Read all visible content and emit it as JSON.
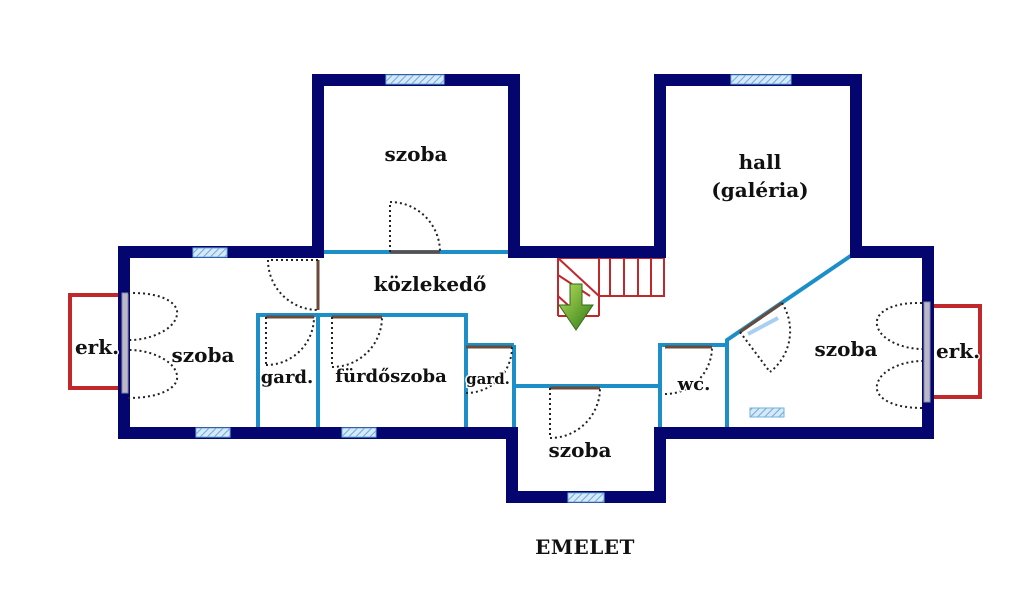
{
  "title": "EMELET",
  "rooms": {
    "room_top_left": "szoba",
    "hall_line1": "hall",
    "hall_line2": "(galéria)",
    "corridor": "közlekedő",
    "room_left": "szoba",
    "balcony_left": "erk.",
    "wardrobe_left": "gard.",
    "bathroom": "fürdőszoba",
    "wardrobe_small": "gard.",
    "room_bottom": "szoba",
    "wc": "wc.",
    "room_right": "szoba",
    "balcony_right": "erk."
  },
  "colors": {
    "exterior_wall": "#050570",
    "interior_wall": "#1c8ec8",
    "balcony": "#c0282c",
    "stair": "#c0282c",
    "window": "#a8d0ee",
    "arrow": "#3a8a1e"
  },
  "icons": {
    "stair_direction": "green-down-arrow-icon"
  }
}
